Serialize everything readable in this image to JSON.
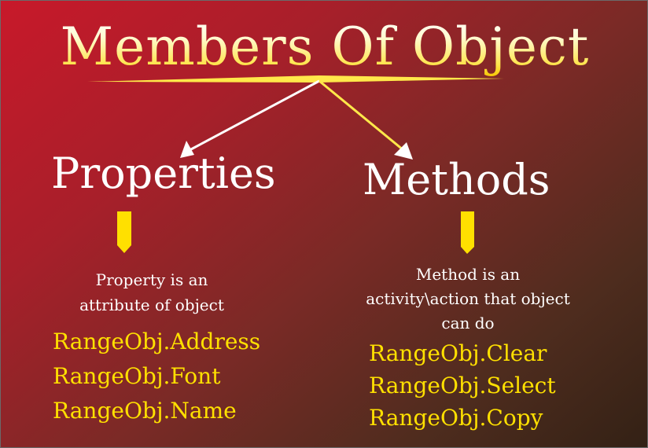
{
  "title": "Members Of Object",
  "colors": {
    "accent": "#ffe000",
    "heading": "#ffffff",
    "background_from": "#c8192a",
    "background_to": "#332115"
  },
  "properties": {
    "heading": "Properties",
    "description_lines": [
      "Property is an",
      "attribute of object"
    ],
    "examples": [
      "RangeObj.Address",
      "RangeObj.Font",
      "RangeObj.Name"
    ]
  },
  "methods": {
    "heading": "Methods",
    "description_lines": [
      "Method is an",
      "activity\\action that object",
      "can do"
    ],
    "examples": [
      "RangeObj.Clear",
      "RangeObj.Select",
      "RangeObj.Copy"
    ]
  }
}
